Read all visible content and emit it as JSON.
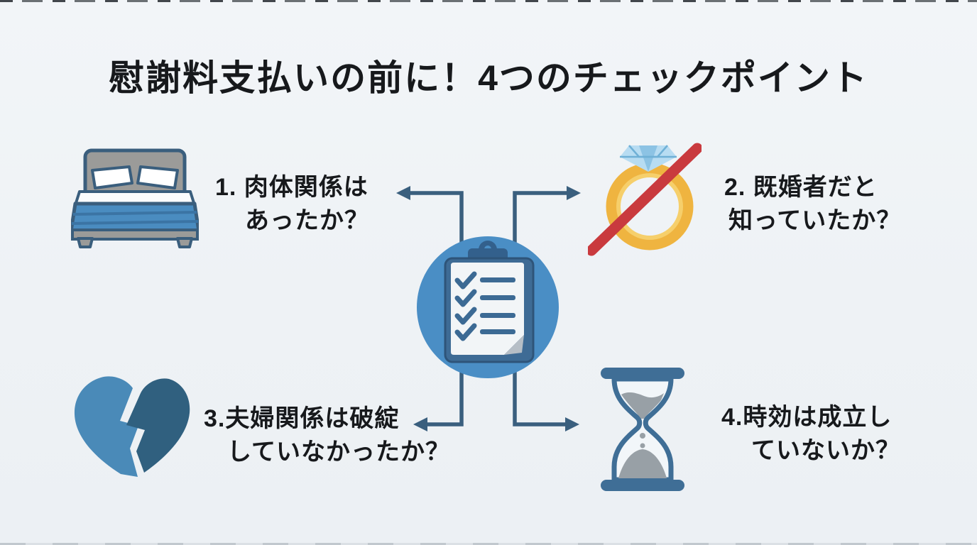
{
  "title": "慰謝料支払いの前に！4つのチェックポイント",
  "checkpoints": [
    {
      "id": 1,
      "icon": "bed-icon",
      "line1": "1. 肉体関係は",
      "line2": "あったか？"
    },
    {
      "id": 2,
      "icon": "no-ring-icon",
      "line1": "2. 既婚者だと",
      "line2": "知っていたか？"
    },
    {
      "id": 3,
      "icon": "broken-heart-icon",
      "line1": "3.夫婦関係は破綻",
      "line2": "していなかったか？"
    },
    {
      "id": 4,
      "icon": "hourglass-icon",
      "line1": "4.時効は成立し",
      "line2": "ていないか？"
    }
  ],
  "center": {
    "icon": "checklist-clipboard-icon",
    "checklist_rows": 4
  },
  "colors": {
    "background": "#eff3f6",
    "text": "#17191c",
    "hub_circle_blue": "#4a8ec5",
    "arrow_blue": "#3a5f7e",
    "outline_navy": "#3a5e7d",
    "clipboard_board": "#3e6b95",
    "clipboard_clip": "#33608c",
    "paper_white": "#f2f5f7",
    "check_mark": "#3c6a94",
    "ring_gold": "#efb440",
    "ring_gold_light": "#f6cf6b",
    "slash_red": "#c93a3e",
    "diamond_blue": "#b7dcf2",
    "heart_left_blue": "#4a8ab8",
    "heart_right_blue": "#30607f",
    "bed_blanket_blue": "#4a8cc0",
    "frame_gray": "#9b9b99",
    "sand_gray": "#98a0a6"
  }
}
